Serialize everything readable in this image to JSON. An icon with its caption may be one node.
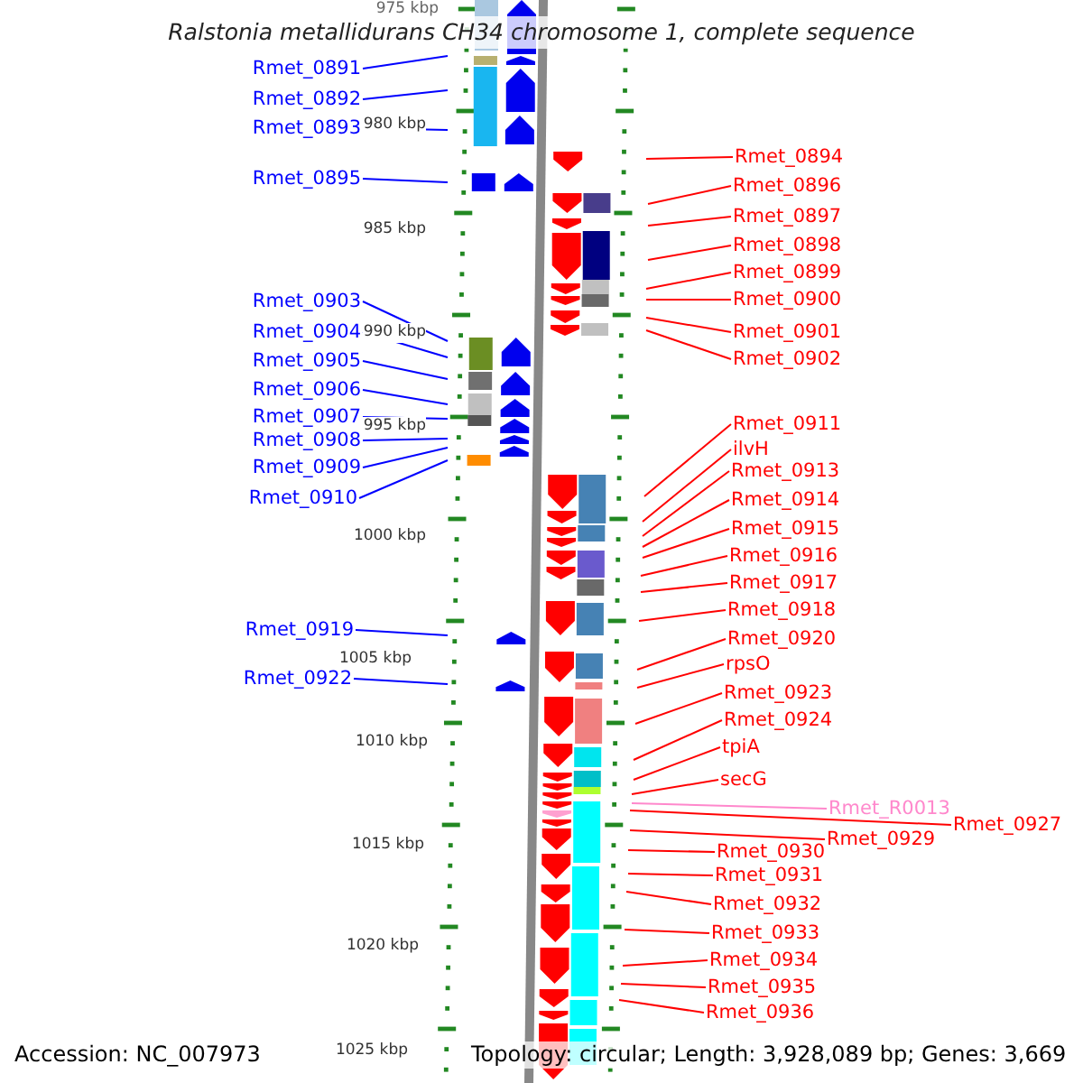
{
  "diagram": {
    "title": "Ralstonia metallidurans CH34 chromosome 1, complete sequence",
    "nodes": [
      {
        "text": [
          "Rmet_0891"
        ]
      },
      {
        "text": [
          "Rmet_0892"
        ]
      },
      {
        "text": [
          "Rmet_0893"
        ]
      },
      {
        "text": [
          "Rmet_0895"
        ]
      },
      {
        "text": [
          "Rmet_0903"
        ]
      },
      {
        "text": [
          "Rmet_0904"
        ]
      },
      {
        "text": [
          "Rmet_0905"
        ]
      },
      {
        "text": [
          "Rmet_0906"
        ]
      },
      {
        "text": [
          "Rmet_0907"
        ]
      },
      {
        "text": [
          "Rmet_0908"
        ]
      },
      {
        "text": [
          "Rmet_0909"
        ]
      },
      {
        "text": [
          "Rmet_0910"
        ]
      },
      {
        "text": [
          "Rmet_0919"
        ]
      },
      {
        "text": [
          "Rmet_0922"
        ]
      },
      {
        "text": [
          "Rmet_0894"
        ]
      },
      {
        "text": [
          "Rmet_0896"
        ]
      },
      {
        "text": [
          "Rmet_0897"
        ]
      },
      {
        "text": [
          "Rmet_0898"
        ]
      },
      {
        "text": [
          "Rmet_0899"
        ]
      },
      {
        "text": [
          "Rmet_0900"
        ]
      },
      {
        "text": [
          "Rmet_0901"
        ]
      },
      {
        "text": [
          "Rmet_0902"
        ]
      },
      {
        "text": [
          "Rmet_0911"
        ]
      },
      {
        "text": [
          "ilvH"
        ]
      },
      {
        "text": [
          "Rmet_0913"
        ]
      },
      {
        "text": [
          "Rmet_0914"
        ]
      },
      {
        "text": [
          "Rmet_0915"
        ]
      },
      {
        "text": [
          "Rmet_0916"
        ]
      },
      {
        "text": [
          "Rmet_0917"
        ]
      },
      {
        "text": [
          "Rmet_0918"
        ]
      },
      {
        "text": [
          "Rmet_0920"
        ]
      },
      {
        "text": [
          "rpsO"
        ]
      },
      {
        "text": [
          "Rmet_0923"
        ]
      },
      {
        "text": [
          "Rmet_0924"
        ]
      },
      {
        "text": [
          "tpiA"
        ]
      },
      {
        "text": [
          "secG"
        ]
      },
      {
        "text": [
          "Rmet_R0013"
        ]
      },
      {
        "text": [
          "Rmet_0927"
        ]
      },
      {
        "text": [
          "Rmet_0929"
        ]
      },
      {
        "text": [
          "Rmet_0930"
        ]
      },
      {
        "text": [
          "Rmet_0931"
        ]
      },
      {
        "text": [
          "Rmet_0932"
        ]
      },
      {
        "text": [
          "Rmet_0933"
        ]
      },
      {
        "text": [
          "Rmet_0934"
        ]
      },
      {
        "text": [
          "Rmet_0935"
        ]
      },
      {
        "text": [
          "Rmet_0936"
        ]
      }
    ],
    "edges": [
      {
        "from": 0,
        "to": null,
        "arrow": "none",
        "color": "#0000ff"
      },
      {
        "from": 1,
        "to": null,
        "arrow": "none",
        "color": "#0000ff"
      },
      {
        "from": 2,
        "to": null,
        "arrow": "none",
        "color": "#0000ff"
      },
      {
        "from": 3,
        "to": null,
        "arrow": "none",
        "color": "#0000ff"
      },
      {
        "from": 4,
        "to": null,
        "arrow": "none",
        "color": "#0000ff"
      },
      {
        "from": 5,
        "to": null,
        "arrow": "none",
        "color": "#0000ff"
      },
      {
        "from": 6,
        "to": null,
        "arrow": "none",
        "color": "#0000ff"
      },
      {
        "from": 7,
        "to": null,
        "arrow": "none",
        "color": "#0000ff"
      },
      {
        "from": 8,
        "to": null,
        "arrow": "none",
        "color": "#0000ff"
      },
      {
        "from": 9,
        "to": null,
        "arrow": "none",
        "color": "#0000ff"
      },
      {
        "from": 10,
        "to": null,
        "arrow": "none",
        "color": "#0000ff"
      },
      {
        "from": 11,
        "to": null,
        "arrow": "none",
        "color": "#0000ff"
      },
      {
        "from": 12,
        "to": null,
        "arrow": "none",
        "color": "#0000ff"
      },
      {
        "from": 13,
        "to": null,
        "arrow": "none",
        "color": "#0000ff"
      },
      {
        "from": 14,
        "to": null,
        "arrow": "none"
      },
      {
        "from": 15,
        "to": null,
        "arrow": "none"
      },
      {
        "from": 16,
        "to": null,
        "arrow": "none"
      },
      {
        "from": 17,
        "to": null,
        "arrow": "none"
      },
      {
        "from": 18,
        "to": null,
        "arrow": "none"
      },
      {
        "from": 19,
        "to": null,
        "arrow": "none"
      },
      {
        "from": 20,
        "to": null,
        "arrow": "none"
      },
      {
        "from": 21,
        "to": null,
        "arrow": "none"
      },
      {
        "from": 22,
        "to": null,
        "arrow": "none"
      },
      {
        "from": 23,
        "to": null,
        "arrow": "none"
      },
      {
        "from": 24,
        "to": null,
        "arrow": "none"
      },
      {
        "from": 25,
        "to": null,
        "arrow": "none"
      },
      {
        "from": 26,
        "to": null,
        "arrow": "none"
      },
      {
        "from": 27,
        "to": null,
        "arrow": "none"
      },
      {
        "from": 28,
        "to": null,
        "arrow": "none"
      },
      {
        "from": 29,
        "to": null,
        "arrow": "none"
      },
      {
        "from": 30,
        "to": null,
        "arrow": "none"
      },
      {
        "from": 31,
        "to": null,
        "arrow": "none"
      },
      {
        "from": 32,
        "to": null,
        "arrow": "none"
      },
      {
        "from": 33,
        "to": null,
        "arrow": "none"
      },
      {
        "from": 34,
        "to": null,
        "arrow": "none"
      },
      {
        "from": 35,
        "to": null,
        "arrow": "none"
      },
      {
        "from": 36,
        "to": null,
        "arrow": "none",
        "color": "#ff88cc"
      },
      {
        "from": 37,
        "to": null,
        "arrow": "none"
      },
      {
        "from": 38,
        "to": null,
        "arrow": "none"
      },
      {
        "from": 39,
        "to": null,
        "arrow": "none"
      },
      {
        "from": 40,
        "to": null,
        "arrow": "none"
      },
      {
        "from": 41,
        "to": null,
        "arrow": "none"
      },
      {
        "from": 42,
        "to": null,
        "arrow": "none"
      },
      {
        "from": 43,
        "to": null,
        "arrow": "none"
      },
      {
        "from": 44,
        "to": null,
        "arrow": "none"
      },
      {
        "from": 45,
        "to": null,
        "arrow": "none"
      }
    ],
    "labels": [
      "975 kbp",
      "980 kbp",
      "985 kbp",
      "990 kbp",
      "995 kbp",
      "1000 kbp",
      "1005 kbp",
      "1010 kbp",
      "1015 kbp",
      "1020 kbp",
      "1025 kbp",
      "Accession: NC_007973",
      "Topology: circular; Length: 3,928,089 bp; Genes: 3,669"
    ]
  }
}
